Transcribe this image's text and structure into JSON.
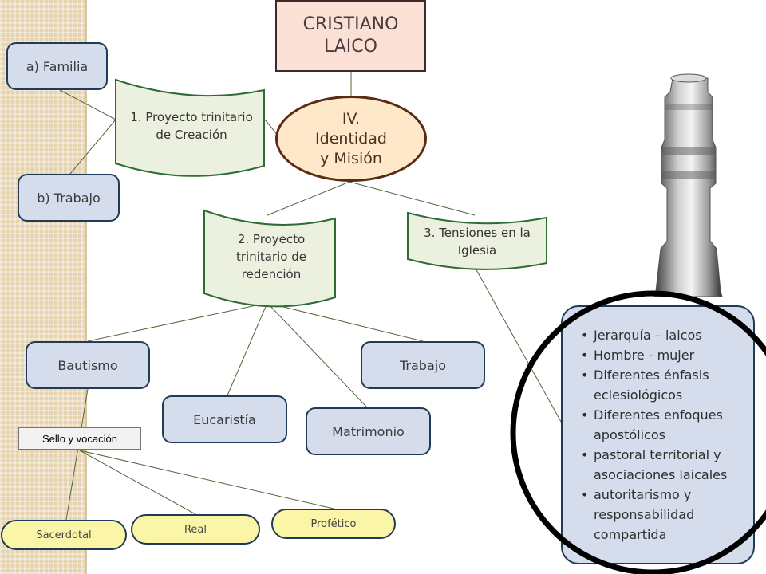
{
  "title": "CRISTIANO LAICO",
  "center": "IV. Identidad y Misión",
  "left_items": {
    "familia": "a) Familia",
    "trabajo": "b) Trabajo"
  },
  "proyectos": {
    "creacion": "1. Proyecto trinitario de Creación",
    "redencion": "2. Proyecto trinitario de redención",
    "tensiones": "3. Tensiones en la Iglesia"
  },
  "sacramentos": {
    "bautismo": "Bautismo",
    "eucaristia": "Eucaristía",
    "matrimonio": "Matrimonio",
    "trabajo": "Trabajo"
  },
  "sello": "Sello y vocación",
  "funciones": {
    "sacerdotal": "Sacerdotal",
    "real": "Real",
    "profetico": "Profético"
  },
  "tensiones_list": [
    "Jerarquía – laicos",
    "Hombre - mujer",
    "Diferentes énfasis eclesiológicos",
    "Diferentes enfoques apostólicos",
    "pastoral territorial y asociaciones laicales",
    "autoritarismo y responsabilidad compartida"
  ],
  "colors": {
    "box_fill": "#d5dcec",
    "box_border": "#1f3b57",
    "banner_fill": "#ebf1de",
    "banner_border": "#2f6b35",
    "ellipse_fill": "#fde8c9",
    "title_fill": "#fbe1d5",
    "pill_fill": "#fbf5a8"
  },
  "icons": {
    "magnifier": "magnifying-glass-icon"
  }
}
